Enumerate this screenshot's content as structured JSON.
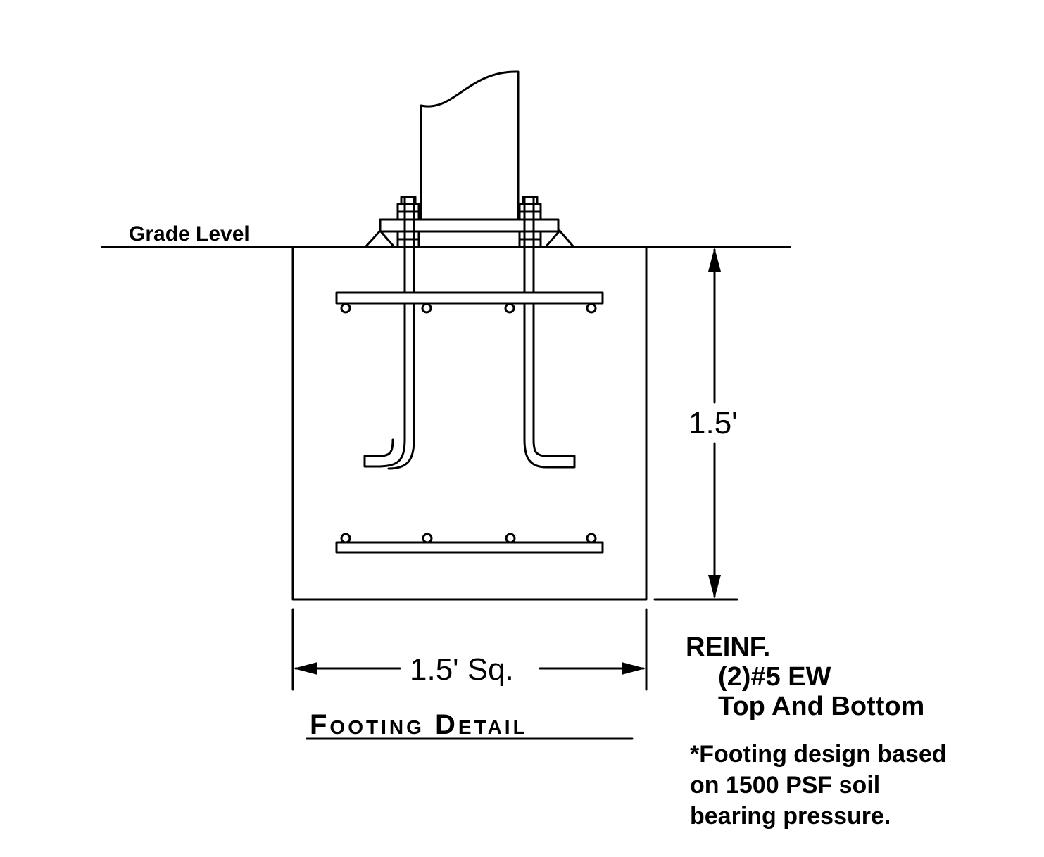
{
  "labels": {
    "grade_level": "Grade Level",
    "depth_dim": "1.5'",
    "width_dim": "1.5' Sq.",
    "title": "Footing Detail",
    "reinf_heading": "REINF.",
    "reinf_line1": "(2)#5 EW",
    "reinf_line2": "Top And Bottom",
    "note_line1": "*Footing design based",
    "note_line2": "on 1500 PSF soil",
    "note_line3": "bearing pressure."
  },
  "colors": {
    "line": "#000000",
    "background": "#ffffff"
  }
}
